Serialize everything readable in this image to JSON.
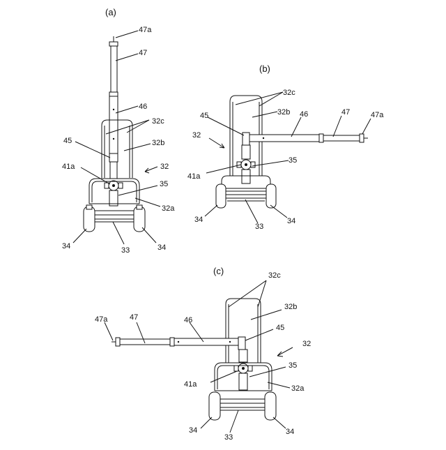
{
  "figures": [
    {
      "caption": "(a)",
      "labels": {
        "l47a": "47a",
        "l47": "47",
        "l46": "46",
        "l32c": "32c",
        "l32b": "32b",
        "l45": "45",
        "l32": "32",
        "l41a": "41a",
        "l35": "35",
        "l32a": "32a",
        "l34l": "34",
        "l33": "33",
        "l34r": "34"
      }
    },
    {
      "caption": "(b)",
      "labels": {
        "l32c": "32c",
        "l32b": "32b",
        "l45": "45",
        "l46": "46",
        "l47": "47",
        "l47a": "47a",
        "l32": "32",
        "l35": "35",
        "l41a": "41a",
        "l34l": "34",
        "l33": "33",
        "l34r": "34"
      }
    },
    {
      "caption": "(c)",
      "labels": {
        "l32c": "32c",
        "l32b": "32b",
        "l47a": "47a",
        "l47": "47",
        "l46": "46",
        "l45": "45",
        "l32": "32",
        "l35": "35",
        "l41a": "41a",
        "l32a": "32a",
        "l34l": "34",
        "l33": "33",
        "l34r": "34"
      }
    }
  ]
}
